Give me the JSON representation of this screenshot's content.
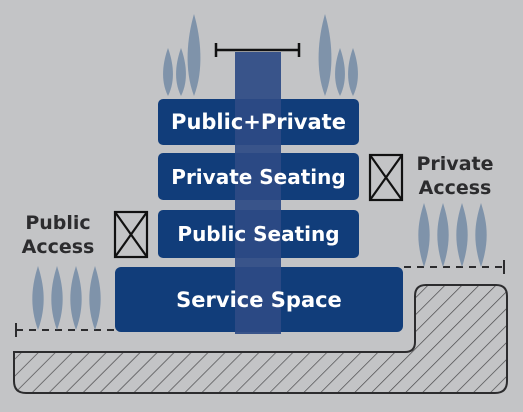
{
  "blocks": {
    "top": "Public+Private",
    "second": "Private Seating",
    "third": "Public Seating",
    "base": "Service Space"
  },
  "notes": {
    "private_access": [
      "Private",
      "Access"
    ],
    "public_access": [
      "Public",
      "Access"
    ]
  },
  "colors": {
    "background": "#c3c4c6",
    "block": "#113d7a",
    "core": "#2e4a84",
    "tree": "#7f93aa",
    "ink": "#2c2c2e"
  },
  "icons": {
    "trees": "cypress-tree-icon",
    "entry": "crossed-box-icon",
    "ground": "hatched-ground",
    "dimension": "dimension-bar"
  }
}
